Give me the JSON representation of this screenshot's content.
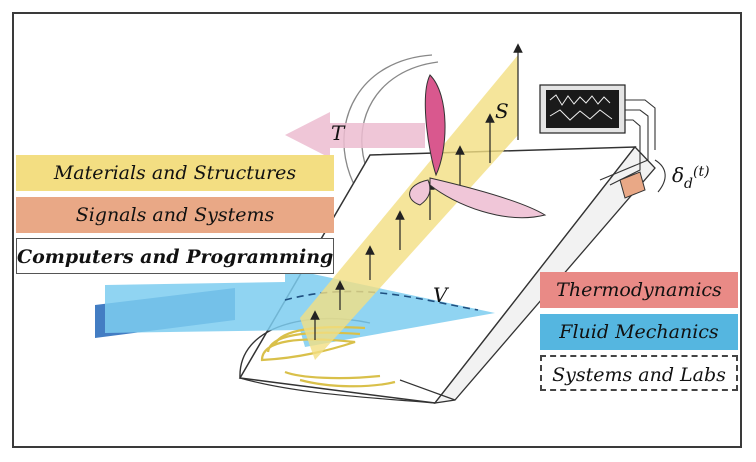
{
  "disciplines": {
    "materials": {
      "label": "Materials and Structures",
      "color": "#f3de82"
    },
    "signals": {
      "label": "Signals and Systems",
      "color": "#e9a886"
    },
    "computers": {
      "label": "Computers and Programming",
      "color": "#ffffff"
    },
    "thermo": {
      "label": "Thermodynamics",
      "color": "#e98a86"
    },
    "fluid": {
      "label": "Fluid Mechanics",
      "color": "#55b6e0"
    },
    "systems": {
      "label": "Systems and Labs",
      "color": "#ffffff"
    }
  },
  "symbols": {
    "thrust": "T",
    "lift": "S",
    "velocity": "V",
    "deflection": "δ",
    "deflection_sub": "d",
    "deflection_arg": "(t)"
  }
}
